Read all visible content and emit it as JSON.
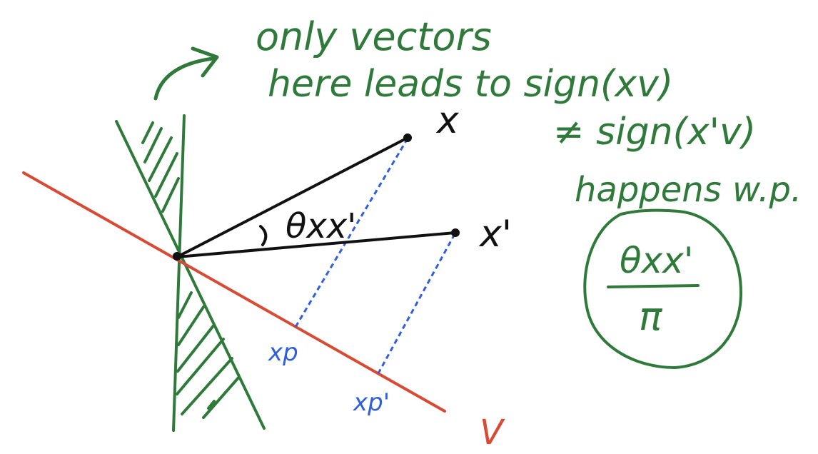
{
  "annotation": {
    "line1": "only vectors",
    "line2": "here leads to sign(xv)",
    "line3": "≠ sign(x'v)",
    "line4": "happens w.p."
  },
  "labels": {
    "x": "x",
    "x_prime": "x'",
    "angle": "θxx'",
    "x_p": "xp",
    "x_p_prime": "xp'",
    "v": "V"
  },
  "fraction": {
    "numerator": "θxx'",
    "denominator": "π"
  },
  "colors": {
    "green": "#2f7a3a",
    "black": "#111111",
    "blue": "#2f5fe0",
    "red": "#d94a35"
  }
}
